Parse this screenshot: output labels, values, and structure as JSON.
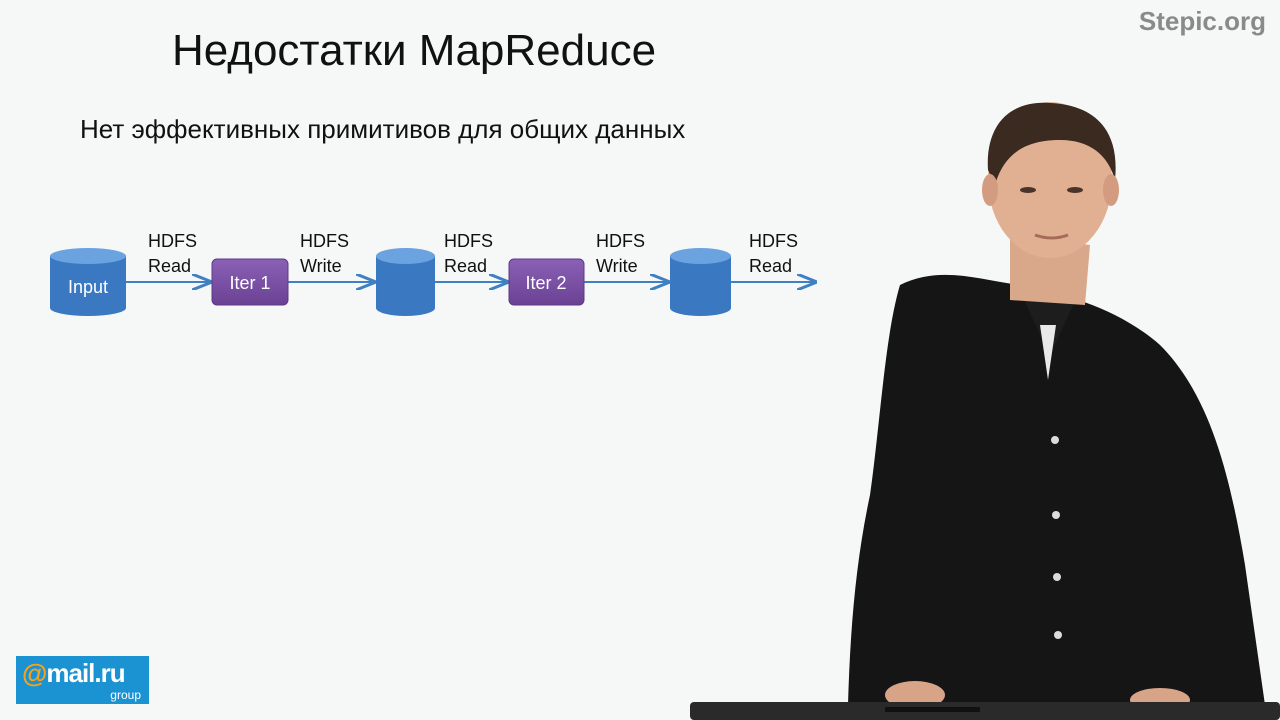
{
  "watermark": "Stepic.org",
  "slide": {
    "title": "Недостатки MapReduce",
    "subtitle": "Нет  эффективных примитивов для общих данных"
  },
  "diagram": {
    "nodes": [
      {
        "id": "input",
        "label": "Input",
        "shape": "cylinder"
      },
      {
        "id": "iter1",
        "label": "Iter 1",
        "shape": "box"
      },
      {
        "id": "store1",
        "label": "",
        "shape": "cylinder"
      },
      {
        "id": "iter2",
        "label": "Iter 2",
        "shape": "box"
      },
      {
        "id": "store2",
        "label": "",
        "shape": "cylinder"
      }
    ],
    "edges": [
      {
        "from": "input",
        "to": "iter1",
        "line1": "HDFS",
        "line2": "Read"
      },
      {
        "from": "iter1",
        "to": "store1",
        "line1": "HDFS",
        "line2": "Write"
      },
      {
        "from": "store1",
        "to": "iter2",
        "line1": "HDFS",
        "line2": "Read"
      },
      {
        "from": "iter2",
        "to": "store2",
        "line1": "HDFS",
        "line2": "Write"
      },
      {
        "from": "store2",
        "to": "",
        "line1": "HDFS",
        "line2": "Read"
      }
    ],
    "colors": {
      "cylinder": "#3d7dc8",
      "box": "#7b4fa5",
      "arrow": "#3f80c4"
    }
  },
  "logo": {
    "main": "mail.ru",
    "at": "@",
    "sub": "group"
  },
  "presenter": {
    "icon": "presenter-person-icon"
  }
}
